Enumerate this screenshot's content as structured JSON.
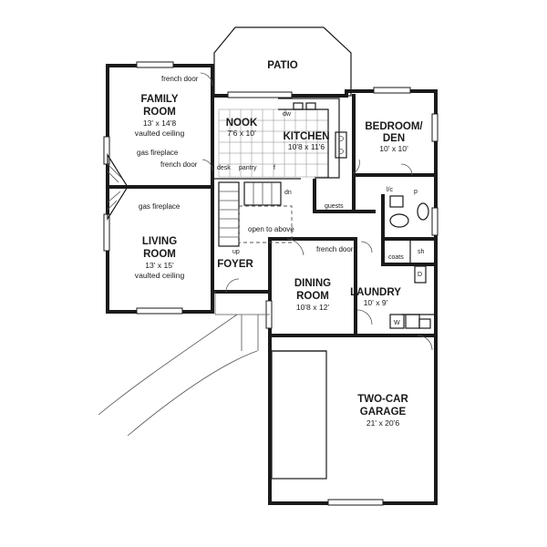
{
  "rooms": {
    "patio": {
      "name": "PATIO"
    },
    "family_room": {
      "name1": "FAMILY",
      "name2": "ROOM",
      "size": "13' x 14'8",
      "note": "vaulted ceiling"
    },
    "nook": {
      "name": "NOOK",
      "size": "7'6 x 10'"
    },
    "kitchen": {
      "name": "KITCHEN",
      "size": "10'8 x 11'6"
    },
    "bedroom": {
      "name1": "BEDROOM/",
      "name2": "DEN",
      "size": "10' x 10'"
    },
    "living_room": {
      "name1": "LIVING",
      "name2": "ROOM",
      "size": "13' x 15'",
      "note": "vaulted ceiling"
    },
    "foyer": {
      "name": "FOYER"
    },
    "dining_room": {
      "name1": "DINING",
      "name2": "ROOM",
      "size": "10'8 x 12'"
    },
    "laundry": {
      "name": "LAUNDRY",
      "size": "10' x 9'"
    },
    "garage": {
      "name1": "TWO-CAR",
      "name2": "GARAGE",
      "size": "21' x 20'6"
    }
  },
  "annotations": {
    "french_door_top": "french door",
    "gas_fireplace_family": "gas fireplace",
    "french_door_mid": "french door",
    "gas_fireplace_living": "gas fireplace",
    "dw": "dw",
    "desk": "desk",
    "pantry": "pantry",
    "f": "f",
    "dn": "dn",
    "guests": "guests",
    "open_to_above": "open to above",
    "french_door_dining": "french door",
    "up": "up",
    "coats": "coats",
    "sh": "sh",
    "w": "W",
    "d": "D",
    "lc": "l/c",
    "p": "p"
  }
}
